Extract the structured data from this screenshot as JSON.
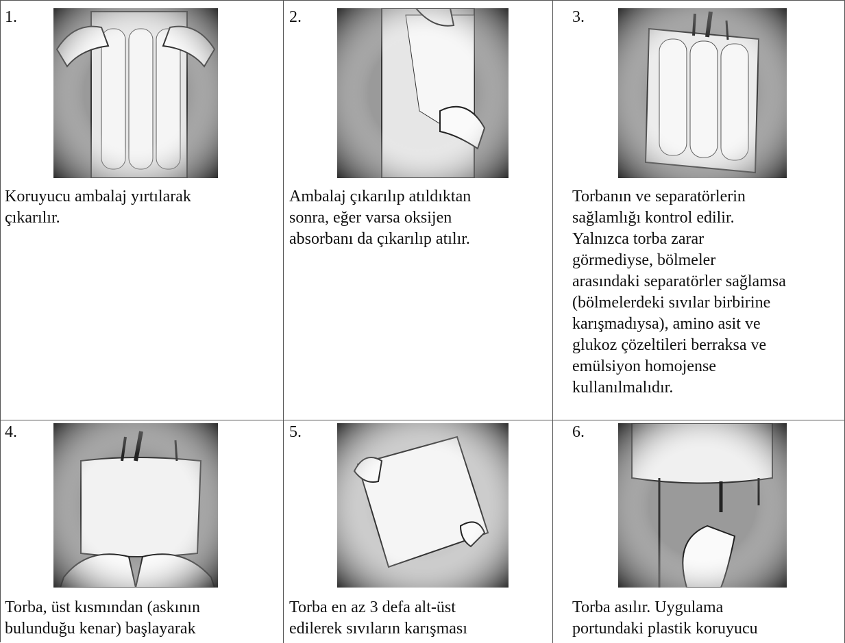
{
  "steps": [
    {
      "number": "1.",
      "caption": "Koruyucu ambalaj yırtılarak\nçıkarılır."
    },
    {
      "number": "2.",
      "caption": "Ambalaj çıkarılıp atıldıktan\nsonra, eğer varsa oksijen\nabsorbanı da çıkarılıp atılır."
    },
    {
      "number": "3.",
      "caption": "Torbanın ve separatörlerin\nsağlamlığı kontrol edilir.\nYalnızca torba zarar\ngörmediyse, bölmeler\narasındaki separatörler sağlamsa\n(bölmelerdeki sıvılar birbirine\nkarışmadıysa), amino asit ve\nglukoz çözeltileri berraksa ve\nemülsiyon homojense\nkullanılmalıdır."
    },
    {
      "number": "4.",
      "caption": "Torba, üst kısmından (askının\nbulunduğu kenar) başlayarak"
    },
    {
      "number": "5.",
      "caption": "Torba en az 3 defa alt-üst\nedilerek sıvıların karışması"
    },
    {
      "number": "6.",
      "caption": "Torba asılır. Uygulama\nportundaki plastik koruyucu"
    }
  ]
}
